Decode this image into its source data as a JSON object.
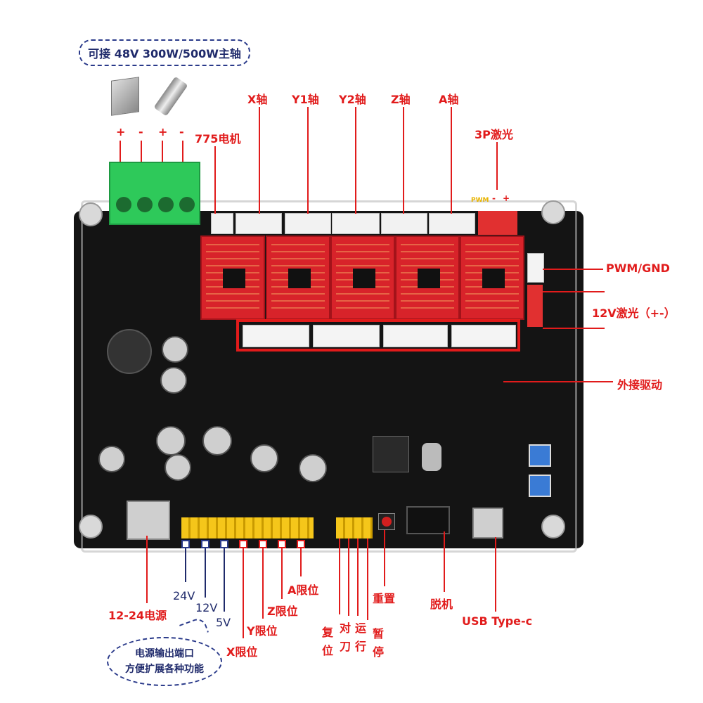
{
  "top_note": "可接 48V 300W/500W主轴",
  "polarity": {
    "p1": "+",
    "m1": "-",
    "p2": "+",
    "m2": "-"
  },
  "labels": {
    "motor775": "775电机",
    "x_axis": "X轴",
    "y1_axis": "Y1轴",
    "y2_axis": "Y2轴",
    "z_axis": "Z轴",
    "a_axis": "A轴",
    "laser3p": "3P激光",
    "pwm_small": "PWM",
    "laser_minus": "-",
    "laser_plus": "+",
    "pwm_gnd": "PWM/GND",
    "laser12v": "12V激光（+-）",
    "ext_driver": "外接驱动",
    "power_in": "12-24电源",
    "v24": "24V",
    "v12": "12V",
    "v5": "5V",
    "x_limit": "X限位",
    "y_limit": "Y限位",
    "z_limit": "Z限位",
    "a_limit": "A限位",
    "reset_btn": "重置",
    "offline": "脱机",
    "usb": "USB Type-c",
    "home_1": "复",
    "home_2": "位",
    "probe_1": "对",
    "probe_2": "刀",
    "run_1": "运",
    "run_2": "行",
    "pause_1": "暂",
    "pause_2": "停"
  },
  "bottom_note": {
    "line1": "电源输出端口",
    "line2": "方便扩展各种功能"
  },
  "colors": {
    "accent_red": "#e11b1b",
    "navy": "#1f2a6b",
    "terminal_green": "#2ec95a",
    "driver_red": "#d8232a"
  }
}
